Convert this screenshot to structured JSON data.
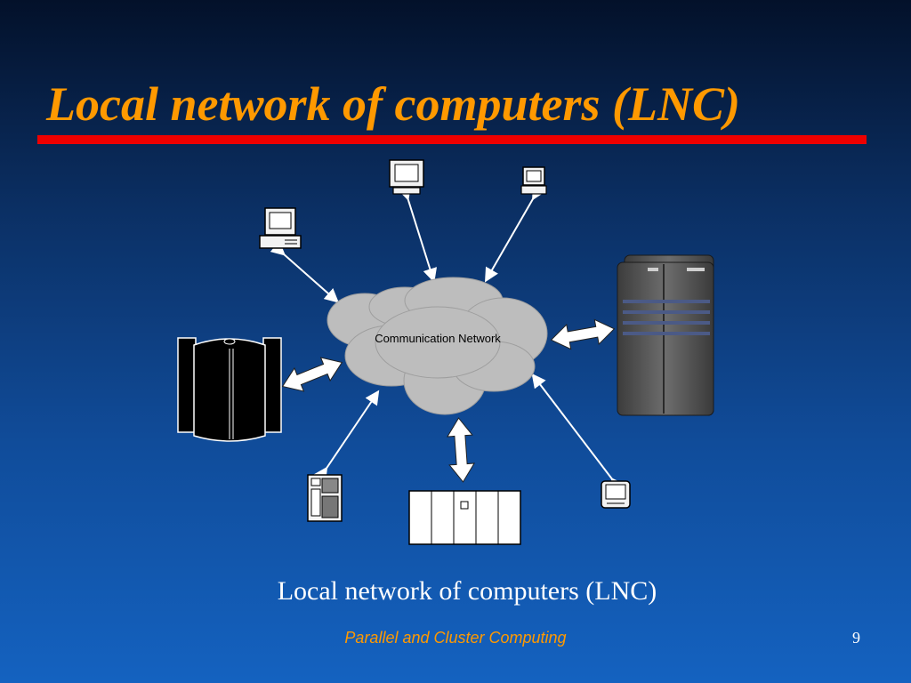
{
  "slide": {
    "title": "Local network of computers (LNC)",
    "caption": "Local network of computers (LNC)",
    "footer": "Parallel and Cluster Computing",
    "page_number": "9"
  },
  "diagram": {
    "network_label": "Communication Network",
    "icons": [
      "desktop-computer-icon",
      "desktop-computer-icon",
      "desktop-computer-icon",
      "mainframe-icon",
      "server-rack-icon",
      "tower-server-icon",
      "cabinet-cluster-icon",
      "terminal-icon",
      "cloud-icon"
    ]
  },
  "colors": {
    "title": "#ff9900",
    "rule": "#ee0000",
    "cloud": "#bdbdbd",
    "background_top": "#03112a",
    "background_bottom": "#1462c0"
  }
}
